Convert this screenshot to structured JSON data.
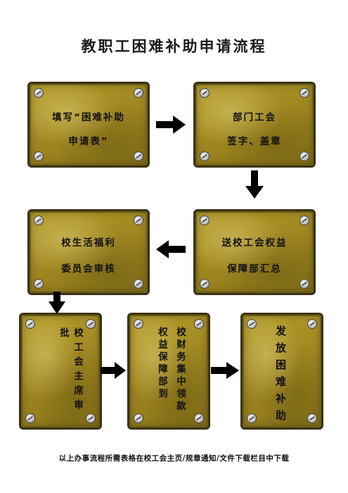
{
  "title": "教职工困难补助申请流程",
  "steps": {
    "fill_form": {
      "line1": "填写“困难补助",
      "line2": "申请表”"
    },
    "dept_union": {
      "line1": "部门工会",
      "line2": "签字、盖章"
    },
    "send_rights": {
      "line1": "送校工会权益",
      "line2": "保障部汇总"
    },
    "welfare_committee": {
      "line1": "校生活福利",
      "line2": "委员会审核"
    },
    "chairman_approve": {
      "text": "校工会主席审批"
    },
    "rights_dept": {
      "col1": "权益保障部到",
      "col2": "校财务集中领款"
    },
    "distribute": {
      "text": "发放困难补助"
    }
  },
  "footer": "以上办事流程所需表格在校工会主页/规章通知/文件下载栏目中下载",
  "colors": {
    "panel": "#a38a22",
    "border": "#3a3414",
    "arrow": "#000000"
  }
}
